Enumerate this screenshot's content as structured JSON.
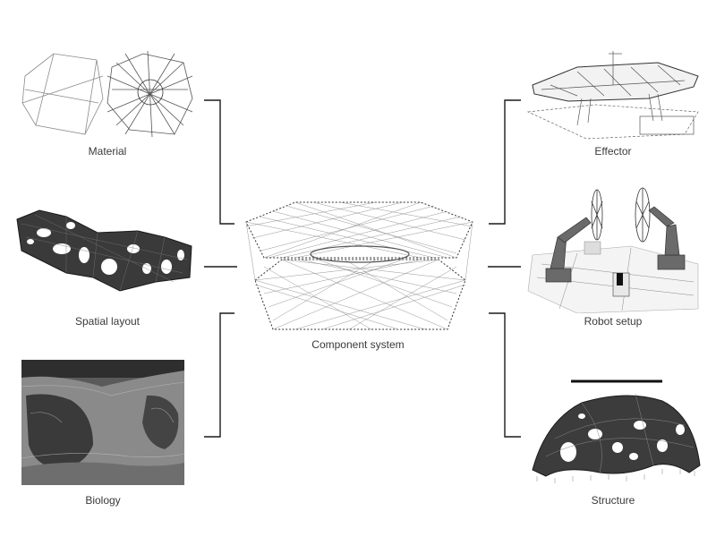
{
  "labels": {
    "material": "Material",
    "spatial_layout": "Spatial layout",
    "biology": "Biology",
    "component_system": "Component system",
    "effector": "Effector",
    "robot_setup": "Robot setup",
    "structure": "Structure"
  },
  "colors": {
    "background": "#ffffff",
    "line": "#1a1a1a",
    "thin_line": "#9a9a9a",
    "dark_mesh": "#2b2b2b"
  }
}
